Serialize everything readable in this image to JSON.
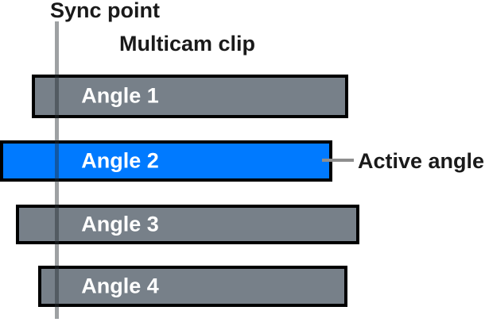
{
  "diagram": {
    "sync_point_label": "Sync point",
    "title": "Multicam clip",
    "active_angle_label": "Active angle",
    "angles": [
      {
        "label": "Angle 1",
        "active": false
      },
      {
        "label": "Angle 2",
        "active": true
      },
      {
        "label": "Angle 3",
        "active": false
      },
      {
        "label": "Angle 4",
        "active": false
      }
    ],
    "colors": {
      "inactive_fill": "#778089",
      "active_fill": "#007AFF",
      "bar_border": "#000000",
      "bar_text": "#FFFFFF",
      "text": "#1A1A1A",
      "sync_line": "rgba(40,46,50,0.45)",
      "connector": "#8E8E8E"
    }
  }
}
